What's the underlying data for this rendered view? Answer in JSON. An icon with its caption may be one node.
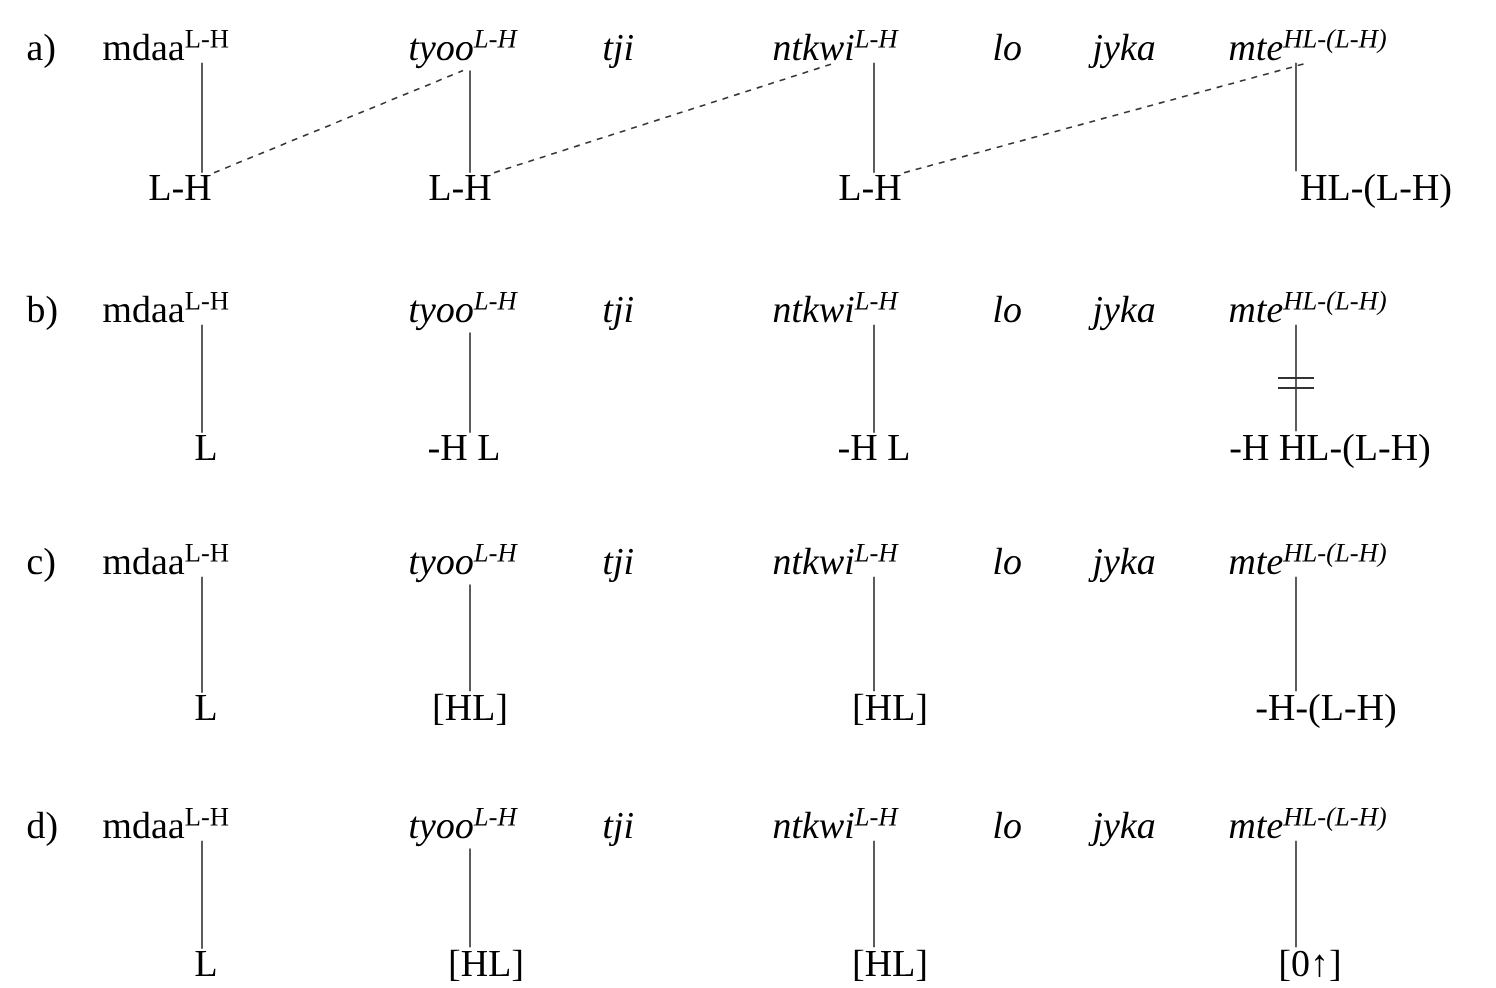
{
  "diagram": {
    "nodes": [
      {
        "text": [
          "mdaa$^{L-H}$"
        ]
      },
      {
        "text": [
          "tyoo$^{L-H}$"
        ]
      },
      {
        "text": [
          "ntkwi$^{L-H}$"
        ]
      },
      {
        "text": [
          "mte$^{HL-(L-H)}$"
        ]
      },
      {
        "text": [
          "L-H"
        ]
      },
      {
        "text": [
          "L-H"
        ]
      },
      {
        "text": [
          "L-H"
        ]
      },
      {
        "text": [
          "HL-(L-H)"
        ]
      },
      {
        "text": [
          "mdaa$^{L-H}$"
        ]
      },
      {
        "text": [
          "tyoo$^{L-H}$"
        ]
      },
      {
        "text": [
          "ntkwi$^{L-H}$"
        ]
      },
      {
        "text": [
          "mte$^{HL-(L-H)}$"
        ]
      },
      {
        "text": [
          "L"
        ]
      },
      {
        "text": [
          "-H L"
        ]
      },
      {
        "text": [
          "-H L"
        ]
      },
      {
        "text": [
          "-H HL-(L-H)"
        ]
      },
      {
        "text": [
          "mdaa$^{L-H}$"
        ]
      },
      {
        "text": [
          "tyoo$^{L-H}$"
        ]
      },
      {
        "text": [
          "ntkwi$^{L-H}$"
        ]
      },
      {
        "text": [
          "mte$^{HL-(L-H)}$"
        ]
      },
      {
        "text": [
          "L"
        ]
      },
      {
        "text": [
          "[HL]"
        ]
      },
      {
        "text": [
          "[HL]"
        ]
      },
      {
        "text": [
          "-H-(L-H)"
        ]
      },
      {
        "text": [
          "mdaa$^{L-H}$"
        ]
      },
      {
        "text": [
          "tyoo$^{L-H}$"
        ]
      },
      {
        "text": [
          "ntkwi$^{L-H}$"
        ]
      },
      {
        "text": [
          "mte$^{HL-(L-H)}$"
        ]
      },
      {
        "text": [
          "L"
        ]
      },
      {
        "text": [
          "[HL]"
        ]
      },
      {
        "text": [
          "[HL]"
        ]
      },
      {
        "text": [
          "[0↑]"
        ]
      }
    ],
    "edges": [
      {
        "from": 0,
        "to": 4,
        "arrow": "none"
      },
      {
        "from": 1,
        "to": 5,
        "arrow": "none"
      },
      {
        "from": 2,
        "to": 6,
        "arrow": "none"
      },
      {
        "from": 3,
        "to": 7,
        "arrow": "none"
      },
      {
        "from": 4,
        "to": 1,
        "arrow": "none",
        "style": "dashed"
      },
      {
        "from": 5,
        "to": 2,
        "arrow": "none",
        "style": "dashed"
      },
      {
        "from": 6,
        "to": 3,
        "arrow": "none",
        "style": "dashed"
      },
      {
        "from": 8,
        "to": 12,
        "arrow": "none"
      },
      {
        "from": 9,
        "to": 13,
        "arrow": "none"
      },
      {
        "from": 10,
        "to": 14,
        "arrow": "none"
      },
      {
        "from": 11,
        "to": 15,
        "arrow": "none"
      },
      {
        "from": 16,
        "to": 20,
        "arrow": "none"
      },
      {
        "from": 17,
        "to": 21,
        "arrow": "none"
      },
      {
        "from": 18,
        "to": 22,
        "arrow": "none"
      },
      {
        "from": 19,
        "to": 23,
        "arrow": "none"
      },
      {
        "from": 24,
        "to": 28,
        "arrow": "none"
      },
      {
        "from": 25,
        "to": 29,
        "arrow": "none"
      },
      {
        "from": 26,
        "to": 30,
        "arrow": "none"
      },
      {
        "from": 27,
        "to": 31,
        "arrow": "none"
      }
    ],
    "labels": [
      "a)",
      "tji",
      "lo",
      "jyka",
      "b)",
      "tji",
      "lo",
      "jyka",
      "c)",
      "tji",
      "lo",
      "jyka",
      "d)",
      "tji",
      "lo",
      "jyka"
    ]
  }
}
